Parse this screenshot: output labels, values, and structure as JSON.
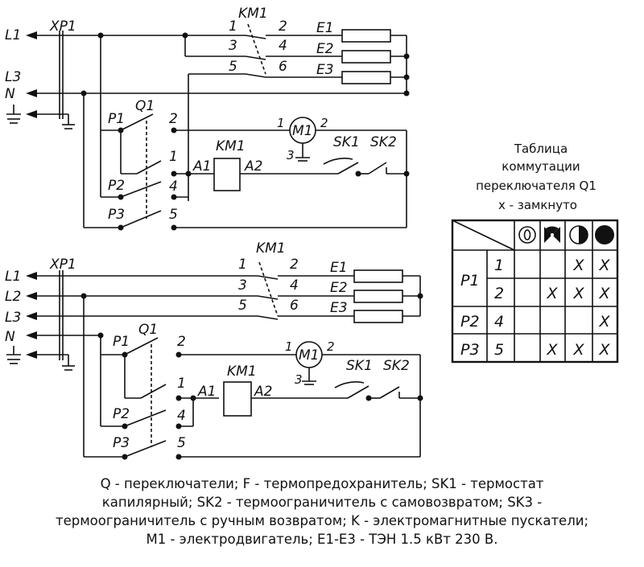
{
  "diagram_top": {
    "lines": [
      "L1",
      "L3",
      "N"
    ],
    "connector": "XP1",
    "contactor": "KM1",
    "heaters": [
      "E1",
      "E2",
      "E3"
    ],
    "km_terminals": [
      "1",
      "2",
      "3",
      "4",
      "5",
      "6"
    ],
    "motor": "M1",
    "motor_terminals": [
      "1",
      "2",
      "3"
    ],
    "switch": "Q1",
    "switch_poles": [
      "P1",
      "P2",
      "P3"
    ],
    "switch_terminals": [
      "2",
      "1",
      "4",
      "5"
    ],
    "coil_terminals": [
      "A1",
      "A2"
    ],
    "thermostats": [
      "SK1",
      "SK2"
    ]
  },
  "diagram_bottom": {
    "lines": [
      "L1",
      "L2",
      "L3",
      "N"
    ],
    "connector": "XP1",
    "contactor": "KM1",
    "heaters": [
      "E1",
      "E2",
      "E3"
    ],
    "km_terminals": [
      "1",
      "2",
      "3",
      "4",
      "5",
      "6"
    ],
    "motor": "M1",
    "motor_terminals": [
      "1",
      "2",
      "3"
    ],
    "switch": "Q1",
    "switch_poles": [
      "P1",
      "P2",
      "P3"
    ],
    "switch_terminals": [
      "2",
      "1",
      "4",
      "5"
    ],
    "coil_terminals": [
      "A1",
      "A2"
    ],
    "thermostats": [
      "SK1",
      "SK2"
    ]
  },
  "table": {
    "title_lines": [
      "Таблица",
      "коммутации",
      "переключателя Q1",
      "x - замкнуто"
    ],
    "icons": [
      "zero-position-icon",
      "fan-icon",
      "half-heat-icon",
      "full-heat-icon"
    ],
    "rows": [
      {
        "pole": "P1",
        "terminal": "1",
        "cells": [
          "",
          "",
          "X",
          "X"
        ]
      },
      {
        "pole": "",
        "terminal": "2",
        "cells": [
          "",
          "X",
          "X",
          "X"
        ]
      },
      {
        "pole": "P2",
        "terminal": "4",
        "cells": [
          "",
          "",
          "",
          "X"
        ]
      },
      {
        "pole": "P3",
        "terminal": "5",
        "cells": [
          "",
          "X",
          "X",
          "X"
        ]
      }
    ]
  },
  "caption": {
    "lines": [
      "Q - переключатели; F - термопредохранитель; SK1 - термостат",
      "капилярный; SK2 - термоограничитель с самовозвратом; SK3 -",
      "термоограничитель с ручным возвратом; K - электромагнитные пускатели;",
      "M1 - электродвигатель; E1-E3 - ТЭН 1.5 кВт 230 В."
    ]
  }
}
